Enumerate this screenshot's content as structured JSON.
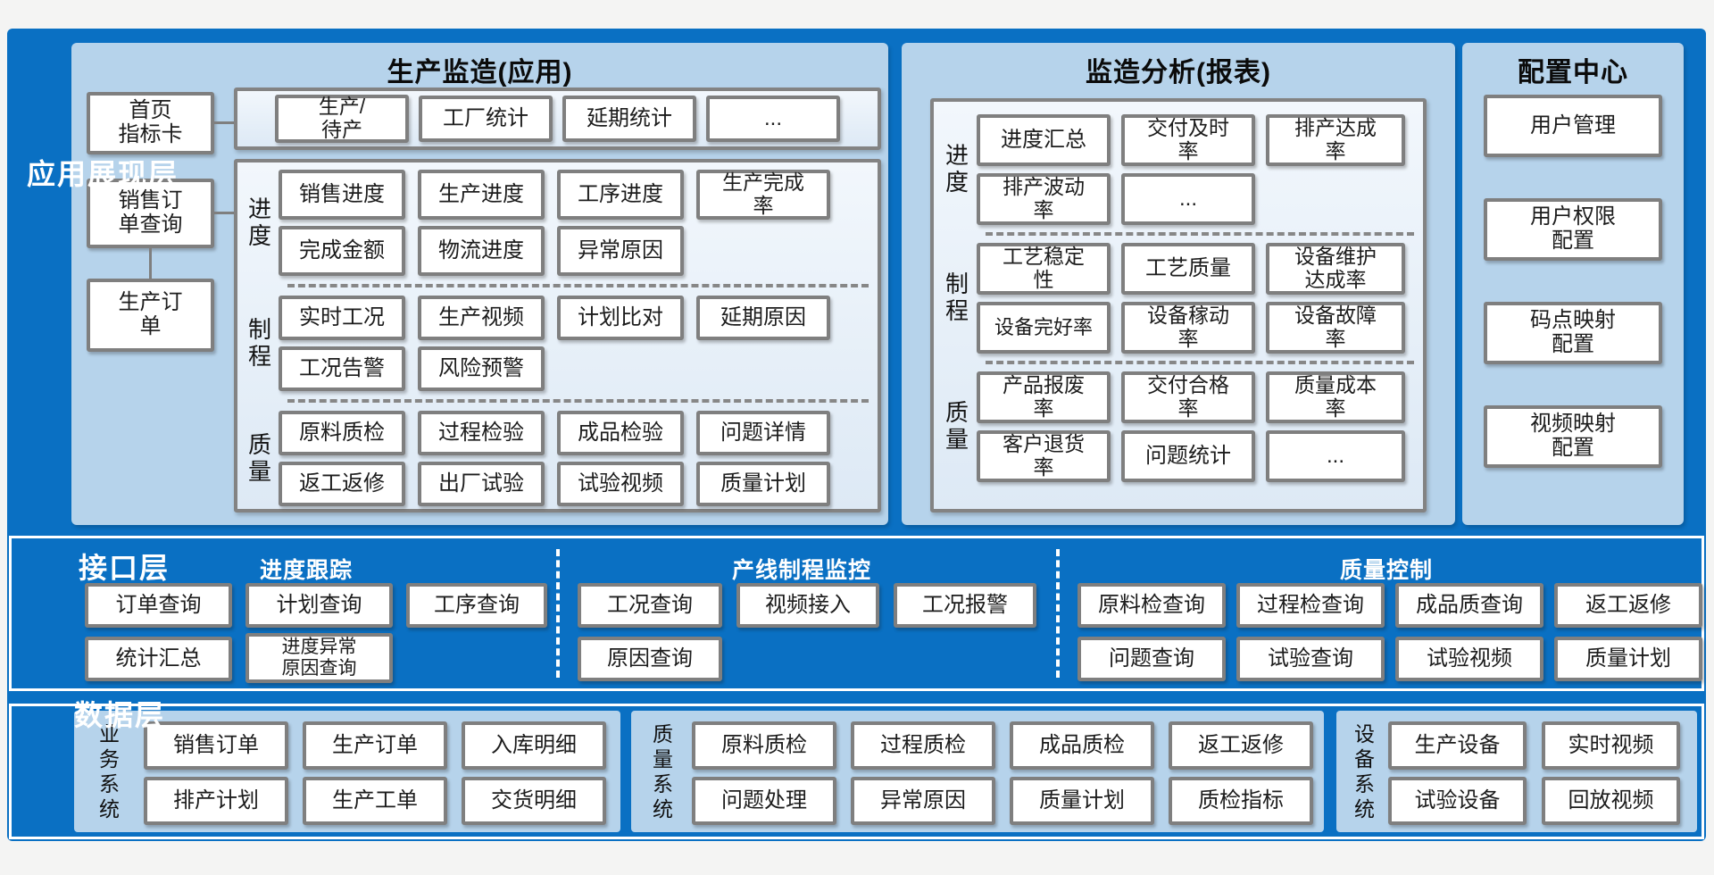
{
  "colors": {
    "primary_blue": "#0a70c3",
    "panel_blue": "#b6d3eb",
    "subpanel_fill": "#e9f1fa",
    "box_border": "#7f7f7f",
    "box_fill": "#ffffff",
    "page_background": "#f4f4f3"
  },
  "layers": {
    "app": {
      "label": "应用展现层",
      "production": {
        "title": "生产监造(应用)",
        "side_boxes": [
          "首页\n指标卡",
          "销售订\n单查询",
          "生产订\n单"
        ],
        "top_row": [
          "生产/\n待产",
          "工厂统计",
          "延期统计",
          "..."
        ],
        "groups": [
          {
            "label": "进度",
            "rows": [
              [
                "销售进度",
                "生产进度",
                "工序进度",
                "生产完成\n率"
              ],
              [
                "完成金额",
                "物流进度",
                "异常原因"
              ]
            ]
          },
          {
            "label": "制程",
            "rows": [
              [
                "实时工况",
                "生产视频",
                "计划比对",
                "延期原因"
              ],
              [
                "工况告警",
                "风险预警"
              ]
            ]
          },
          {
            "label": "质量",
            "rows": [
              [
                "原料质检",
                "过程检验",
                "成品检验",
                "问题详情"
              ],
              [
                "返工返修",
                "出厂试验",
                "试验视频",
                "质量计划"
              ]
            ]
          }
        ]
      },
      "analysis": {
        "title": "监造分析(报表)",
        "groups": [
          {
            "label": "进度",
            "rows": [
              [
                "进度汇总",
                "交付及时\n率",
                "排产达成\n率"
              ],
              [
                "排产波动\n率",
                "..."
              ]
            ]
          },
          {
            "label": "制程",
            "rows": [
              [
                "工艺稳定\n性",
                "工艺质量",
                "设备维护\n达成率"
              ],
              [
                "设备完好率",
                "设备稼动\n率",
                "设备故障\n率"
              ]
            ]
          },
          {
            "label": "质量",
            "rows": [
              [
                "产品报废\n率",
                "交付合格\n率",
                "质量成本\n率"
              ],
              [
                "客户退货\n率",
                "问题统计",
                "..."
              ]
            ]
          }
        ]
      },
      "config": {
        "title": "配置中心",
        "boxes": [
          "用户管理",
          "用户权限\n配置",
          "码点映射\n配置",
          "视频映射\n配置"
        ]
      }
    },
    "interface": {
      "label": "接口层",
      "sections": [
        {
          "title": "进度跟踪",
          "rows": [
            [
              "订单查询",
              "计划查询",
              "工序查询"
            ],
            [
              "统计汇总",
              "进度异常\n原因查询"
            ]
          ]
        },
        {
          "title": "产线制程监控",
          "rows": [
            [
              "工况查询",
              "视频接入",
              "工况报警"
            ],
            [
              "原因查询"
            ]
          ]
        },
        {
          "title": "质量控制",
          "rows": [
            [
              "原料检查询",
              "过程检查询",
              "成品质查询",
              "返工返修"
            ],
            [
              "问题查询",
              "试验查询",
              "试验视频",
              "质量计划"
            ]
          ]
        }
      ]
    },
    "data": {
      "label": "数据层",
      "systems": [
        {
          "label": "业务系统",
          "rows": [
            [
              "销售订单",
              "生产订单",
              "入库明细"
            ],
            [
              "排产计划",
              "生产工单",
              "交货明细"
            ]
          ]
        },
        {
          "label": "质量系统",
          "rows": [
            [
              "原料质检",
              "过程质检",
              "成品质检",
              "返工返修"
            ],
            [
              "问题处理",
              "异常原因",
              "质量计划",
              "质检指标"
            ]
          ]
        },
        {
          "label": "设备系统",
          "rows": [
            [
              "生产设备",
              "实时视频"
            ],
            [
              "试验设备",
              "回放视频"
            ]
          ]
        }
      ]
    }
  }
}
